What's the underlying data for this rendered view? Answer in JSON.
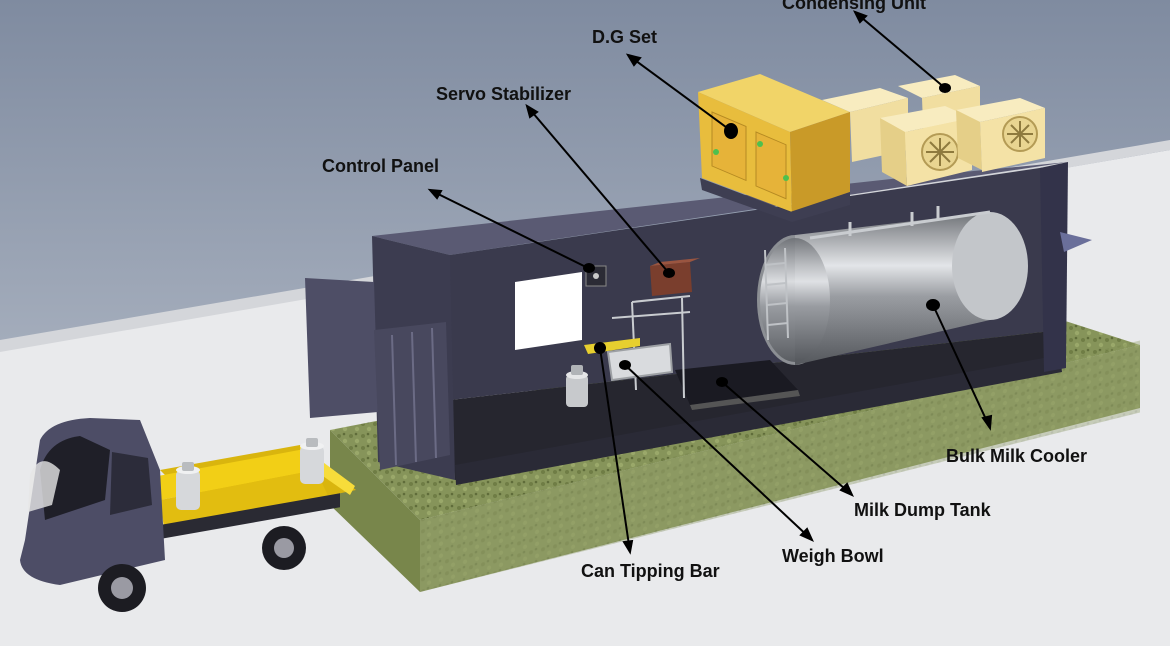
{
  "labels": {
    "condensing_unit": "Condensing Unit",
    "dg_set": "D.G Set",
    "servo_stabilizer": "Servo Stabilizer",
    "control_panel": "Control Panel",
    "bulk_milk_cooler": "Bulk Milk Cooler",
    "milk_dump_tank": "Milk Dump Tank",
    "weigh_bowl": "Weigh Bowl",
    "can_tipping_bar": "Can Tipping Bar"
  },
  "colors": {
    "wall": "#8d97a8",
    "floor": "#e9eaec",
    "container": "#47475c",
    "container_dark": "#2e2e3d",
    "grass": "#7f8f4e",
    "genset": "#e8c04a",
    "condenser": "#f4e2a6",
    "tank": "#b9bcc0",
    "truck_cab": "#4d4d66",
    "truck_bed": "#f2cf16",
    "label_text": "#111111",
    "leader": "#000000"
  }
}
